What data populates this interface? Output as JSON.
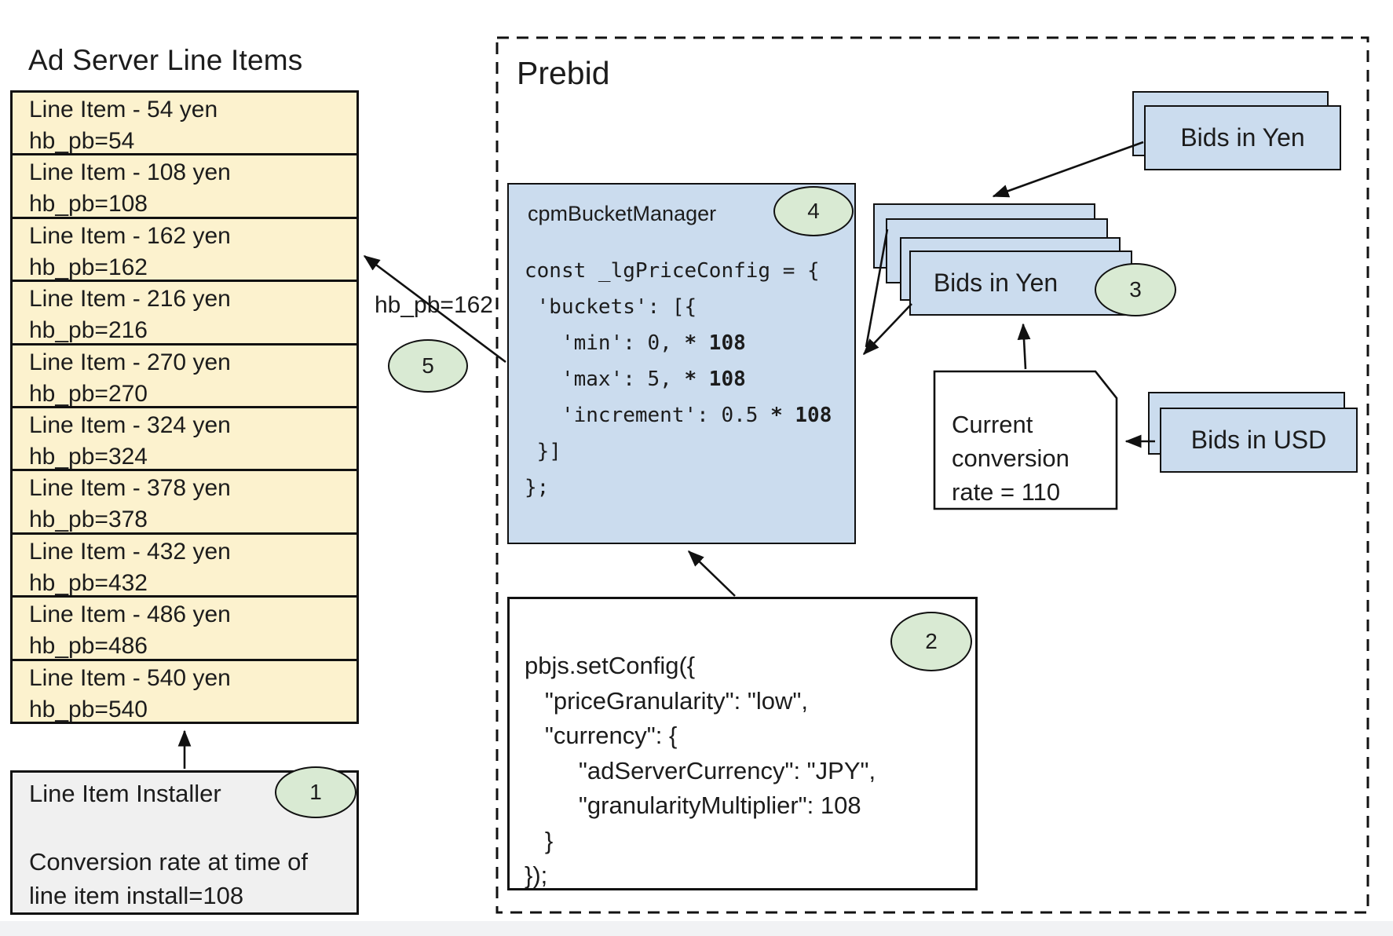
{
  "colors": {
    "yellow": "#FCF2CE",
    "blue": "#CBDCEE",
    "green": "#D9EAD3",
    "gray": "#F0F0F0",
    "border": "#111111"
  },
  "ad_server": {
    "title": "Ad Server Line Items",
    "line_items": [
      {
        "title": "Line Item - 54 yen",
        "sub": "hb_pb=54"
      },
      {
        "title": "Line Item - 108 yen",
        "sub": "hb_pb=108"
      },
      {
        "title": "Line Item - 162 yen",
        "sub": "hb_pb=162"
      },
      {
        "title": "Line Item - 216 yen",
        "sub": "hb_pb=216"
      },
      {
        "title": "Line Item - 270 yen",
        "sub": "hb_pb=270"
      },
      {
        "title": "Line Item - 324 yen",
        "sub": "hb_pb=324"
      },
      {
        "title": "Line Item - 378 yen",
        "sub": "hb_pb=378"
      },
      {
        "title": "Line Item - 432 yen",
        "sub": "hb_pb=432"
      },
      {
        "title": "Line Item - 486 yen",
        "sub": "hb_pb=486"
      },
      {
        "title": "Line Item - 540 yen",
        "sub": "hb_pb=540"
      }
    ],
    "installer": {
      "title": "Line Item Installer",
      "badge": "1",
      "note": "Conversion rate at time of\nline item install=108"
    }
  },
  "prebid": {
    "title": "Prebid",
    "cpm_bucket_manager": {
      "title": "cpmBucketManager",
      "badge": "4",
      "code_lines": [
        {
          "text": "const _lgPriceConfig = {"
        },
        {
          "text": " 'buckets': [{"
        },
        {
          "text": "   'min': 0, ",
          "bold": "* 108"
        },
        {
          "text": "   'max': 5, ",
          "bold": "* 108"
        },
        {
          "text": "   'increment': 0.5 ",
          "bold": "* 108"
        },
        {
          "text": " }]"
        },
        {
          "text": "};"
        }
      ]
    },
    "set_config": {
      "badge": "2",
      "code_lines": [
        "pbjs.setConfig({",
        "   \"priceGranularity\": \"low\",",
        "   \"currency\": {",
        "        \"adServerCurrency\": \"JPY\",",
        "        \"granularityMultiplier\": 108",
        "   }",
        "});"
      ]
    },
    "bids_in_yen_incoming": {
      "label": "Bids in Yen"
    },
    "bids_in_yen_converted": {
      "label": "Bids in Yen",
      "badge": "3"
    },
    "conversion_note": {
      "text": "Current\nconversion\nrate = 110"
    },
    "bids_in_usd": {
      "label": "Bids in USD"
    },
    "hb_pb_label": "hb_pb=162",
    "badge_5": "5"
  }
}
